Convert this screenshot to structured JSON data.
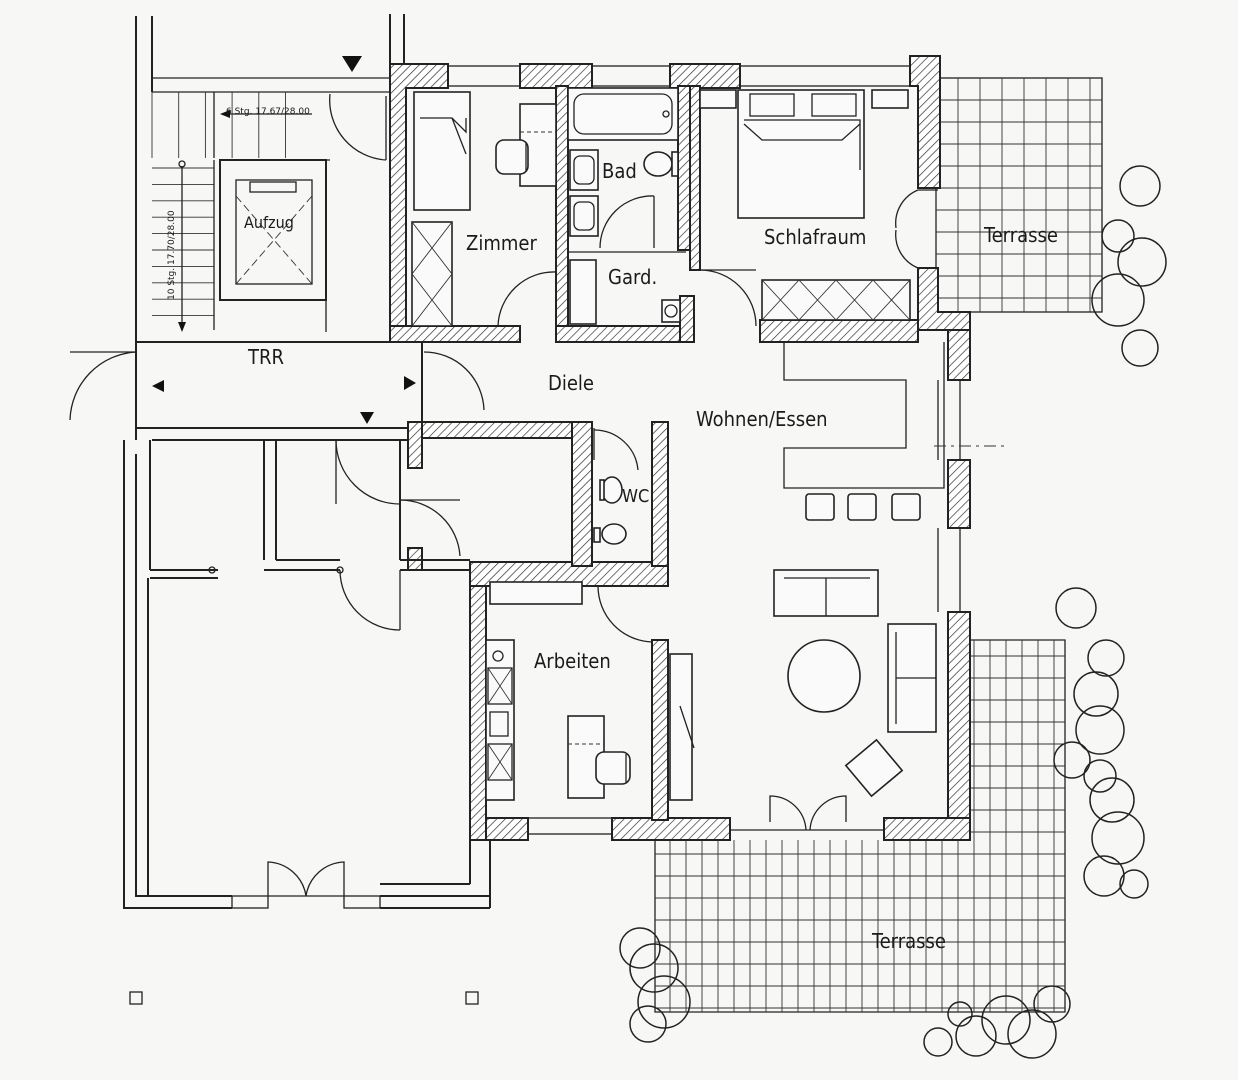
{
  "rooms": {
    "zimmer": "Zimmer",
    "bad": "Bad",
    "gard": "Gard.",
    "schlafraum": "Schlafraum",
    "terrasse_top": "Terrasse",
    "aufzug": "Aufzug",
    "trr": "TRR",
    "diele": "Diele",
    "wohnen_essen": "Wohnen/Essen",
    "wc": "WC",
    "arbeiten": "Arbeiten",
    "terrasse_bottom": "Terrasse"
  },
  "stairs": {
    "upper": "6 Stg. 17.67/28.00",
    "lower": "10 Stg. 17.70/28.00"
  }
}
